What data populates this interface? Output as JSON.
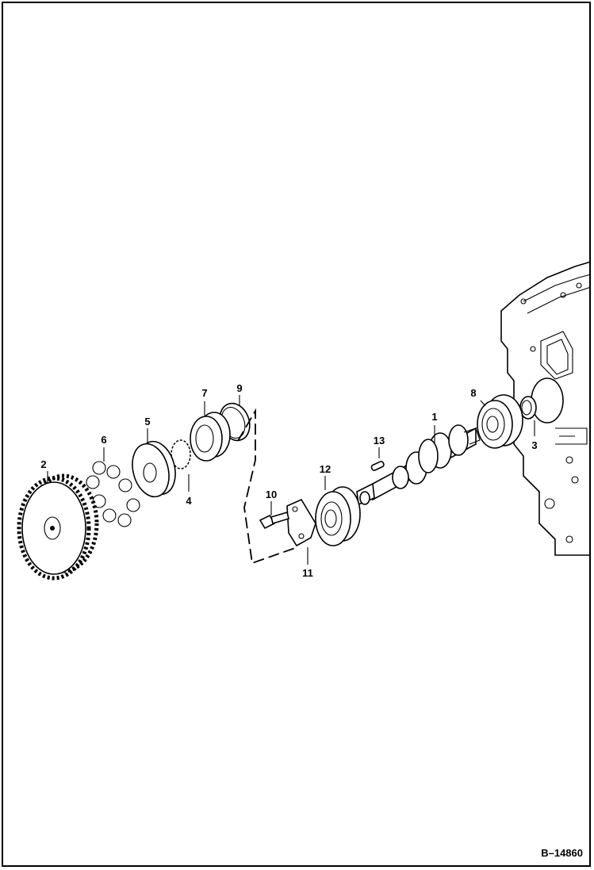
{
  "figure_number": "B–14860",
  "callouts": [
    {
      "id": "1",
      "label": "1"
    },
    {
      "id": "2",
      "label": "2"
    },
    {
      "id": "3",
      "label": "3"
    },
    {
      "id": "4",
      "label": "4"
    },
    {
      "id": "5",
      "label": "5"
    },
    {
      "id": "6",
      "label": "6"
    },
    {
      "id": "7",
      "label": "7"
    },
    {
      "id": "8",
      "label": "8"
    },
    {
      "id": "9",
      "label": "9"
    },
    {
      "id": "10",
      "label": "10"
    },
    {
      "id": "11",
      "label": "11"
    },
    {
      "id": "12",
      "label": "12"
    },
    {
      "id": "13",
      "label": "13"
    }
  ]
}
